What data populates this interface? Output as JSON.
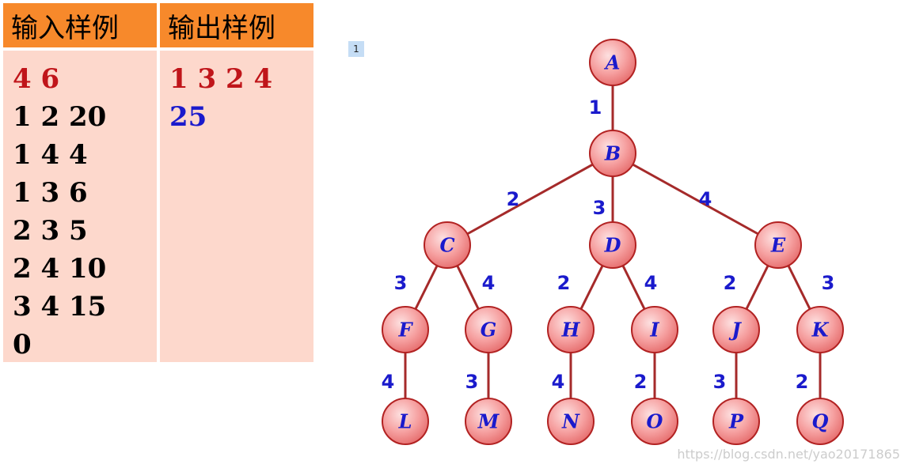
{
  "table": {
    "input_header": "输入样例",
    "output_header": "输出样例",
    "input_lines": [
      "4 6",
      "1 2 20",
      "1 4 4",
      "1 3 6",
      "2 3 5",
      "2 4 10",
      "3 4 15",
      "0"
    ],
    "output_lines": [
      "1 3 2 4",
      "25"
    ]
  },
  "badge": "1",
  "tree": {
    "nodes": [
      "A",
      "B",
      "C",
      "D",
      "E",
      "F",
      "G",
      "H",
      "I",
      "J",
      "K",
      "L",
      "M",
      "N",
      "O",
      "P",
      "Q"
    ],
    "edges": [
      {
        "from": "A",
        "to": "B",
        "weight": "1"
      },
      {
        "from": "B",
        "to": "C",
        "weight": "2"
      },
      {
        "from": "B",
        "to": "D",
        "weight": "3"
      },
      {
        "from": "B",
        "to": "E",
        "weight": "4"
      },
      {
        "from": "C",
        "to": "F",
        "weight": "3"
      },
      {
        "from": "C",
        "to": "G",
        "weight": "4"
      },
      {
        "from": "D",
        "to": "H",
        "weight": "2"
      },
      {
        "from": "D",
        "to": "I",
        "weight": "4"
      },
      {
        "from": "E",
        "to": "J",
        "weight": "2"
      },
      {
        "from": "E",
        "to": "K",
        "weight": "3"
      },
      {
        "from": "F",
        "to": "L",
        "weight": "4"
      },
      {
        "from": "G",
        "to": "M",
        "weight": "3"
      },
      {
        "from": "H",
        "to": "N",
        "weight": "4"
      },
      {
        "from": "I",
        "to": "O",
        "weight": "2"
      },
      {
        "from": "J",
        "to": "P",
        "weight": "3"
      },
      {
        "from": "K",
        "to": "Q",
        "weight": "2"
      }
    ]
  },
  "colors": {
    "header": "#f7892b",
    "cell": "#fdd8cc",
    "red_text": "#c0151a",
    "blue_text": "#1a1acc",
    "edge": "#a52a2a",
    "node_fill": "#f6a1a1"
  },
  "watermark": "https://blog.csdn.net/yao20171865"
}
